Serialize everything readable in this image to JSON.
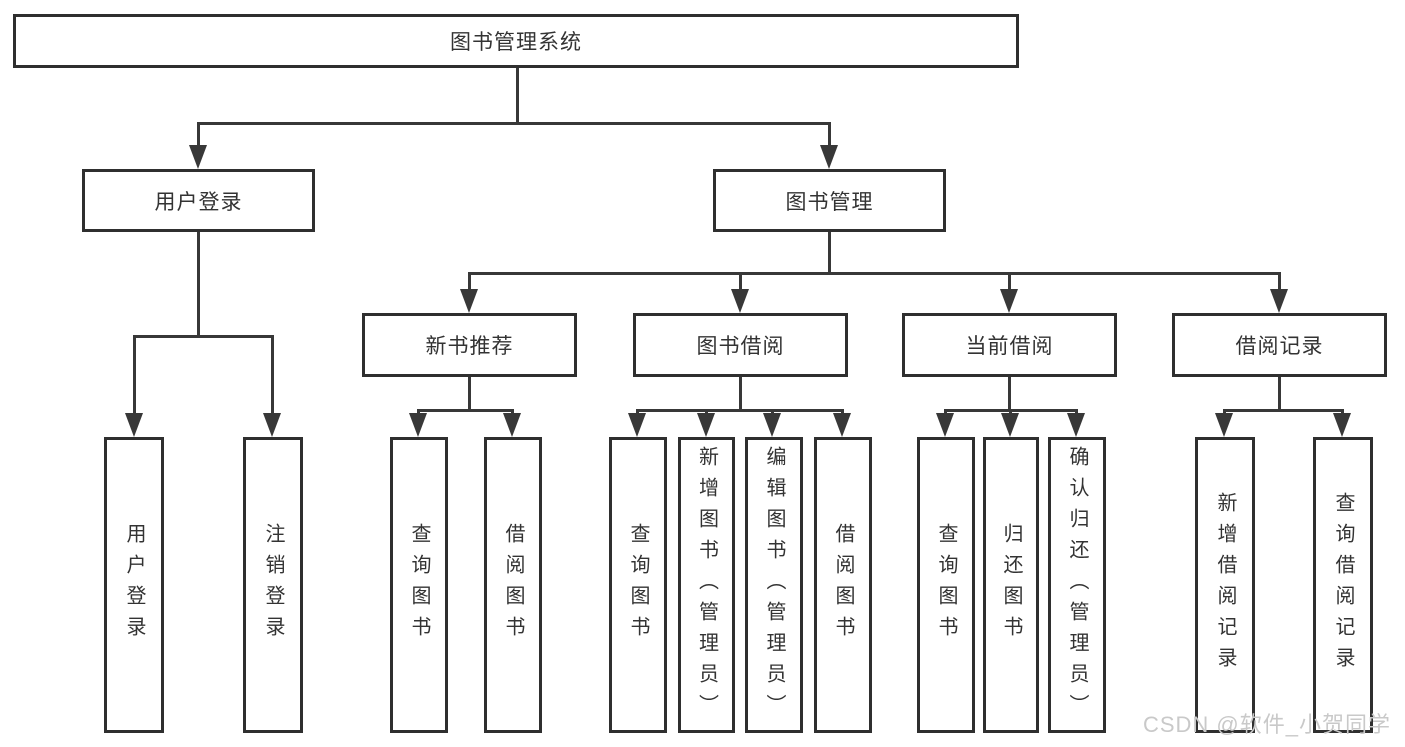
{
  "diagram_type": "hierarchy-tree",
  "watermark": "CSDN @软件_小贺同学",
  "colors": {
    "line": "#383838",
    "box_border": "#2f2f2f",
    "text": "#333333",
    "watermark": "#c9c9c9",
    "background": "#ffffff"
  },
  "nodes": {
    "root": "图书管理系统",
    "l2": {
      "user_login": "用户登录",
      "book_mgmt": "图书管理"
    },
    "l3": {
      "new_books": "新书推荐",
      "book_borrow": "图书借阅",
      "current_borrow": "当前借阅",
      "borrow_records": "借阅记录"
    },
    "leaves": {
      "user_login": "用户登录",
      "logout": "注销登录",
      "nb_query": "查询图书",
      "nb_borrow": "借阅图书",
      "bb_query": "查询图书",
      "bb_add": "新增图书（管理员）",
      "bb_edit": "编辑图书（管理员）",
      "bb_borrow": "借阅图书",
      "cb_query": "查询图书",
      "cb_return": "归还图书",
      "cb_confirm": "确认归还（管理员）",
      "br_add": "新增借阅记录",
      "br_query": "查询借阅记录"
    }
  },
  "edges": [
    "图书管理系统->用户登录",
    "图书管理系统->图书管理",
    "用户登录->用户登录",
    "用户登录->注销登录",
    "图书管理->新书推荐",
    "图书管理->图书借阅",
    "图书管理->当前借阅",
    "图书管理->借阅记录",
    "新书推荐->查询图书",
    "新书推荐->借阅图书",
    "图书借阅->查询图书",
    "图书借阅->新增图书（管理员）",
    "图书借阅->编辑图书（管理员）",
    "图书借阅->借阅图书",
    "当前借阅->查询图书",
    "当前借阅->归还图书",
    "当前借阅->确认归还（管理员）",
    "借阅记录->新增借阅记录",
    "借阅记录->查询借阅记录"
  ]
}
